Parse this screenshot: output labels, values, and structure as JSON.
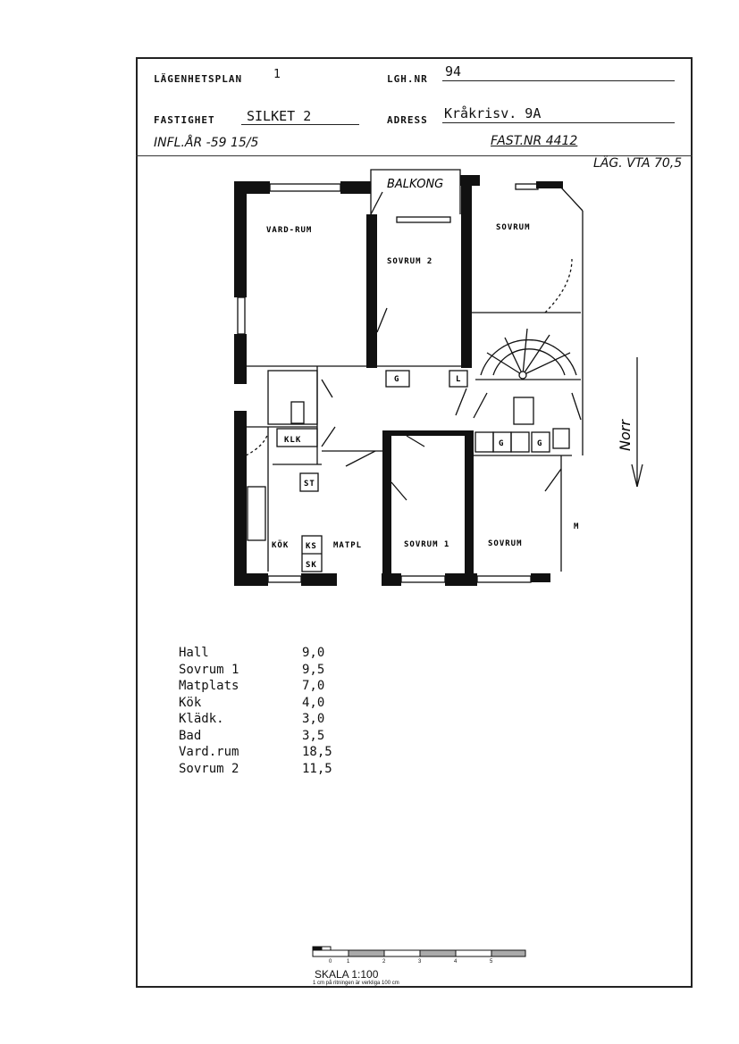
{
  "header": {
    "plan_label": "LÄGENHETSPLAN",
    "plan_value": "1",
    "lgh_label": "LGH.NR",
    "lgh_value": "94",
    "fastighet_label": "FASTIGHET",
    "fastighet_value": "SILKET 2",
    "adress_label": "ADRESS",
    "adress_value": "Kråkrisv. 9A",
    "infl_note": "INFL.ÅR -59 15/5",
    "fast_nr_note": "FAST.NR 4412",
    "lag_note": "LÄG. VTA 70,5"
  },
  "plan": {
    "balcony": "BALKONG",
    "vardrum": "VARD-RUM",
    "sovrum2": "SOVRUM 2",
    "sovrum_ne": "SOVRUM",
    "klk": "KLK",
    "st": "ST",
    "kok": "KÖK",
    "matpl": "MATPL",
    "ks": "KS",
    "sk": "SK",
    "sovrum1": "SOVRUM 1",
    "sovrum_se": "SOVRUM",
    "m": "M",
    "g1": "G",
    "l1": "L",
    "g2": "G",
    "g3": "G",
    "north": "Norr"
  },
  "areas": [
    {
      "name": "Hall",
      "value": "9,0"
    },
    {
      "name": "Sovrum 1",
      "value": "9,5"
    },
    {
      "name": "Matplats",
      "value": "7,0"
    },
    {
      "name": "Kök",
      "value": "4,0"
    },
    {
      "name": "Klädk.",
      "value": "3,0"
    },
    {
      "name": "Bad",
      "value": "3,5"
    },
    {
      "name": "Vard.rum",
      "value": "18,5"
    },
    {
      "name": "Sovrum 2",
      "value": "11,5"
    }
  ],
  "scale": {
    "title": "SKALA 1:100",
    "subtitle": "1 cm på ritningen är verkliga 100 cm",
    "ticks": [
      "0",
      "1",
      "2",
      "3",
      "4",
      "5"
    ]
  }
}
